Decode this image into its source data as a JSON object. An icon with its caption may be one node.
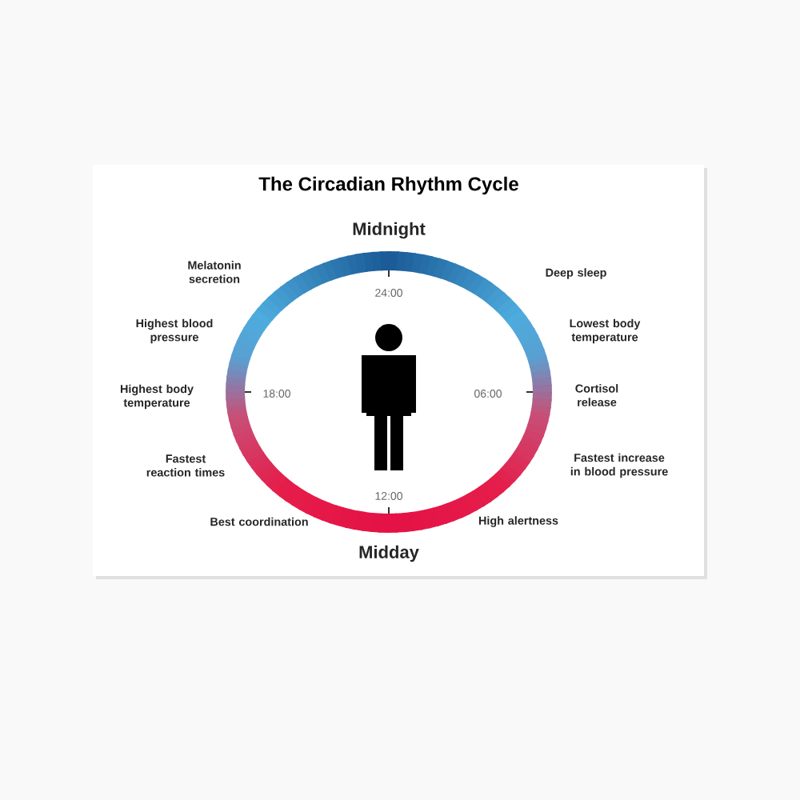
{
  "diagram": {
    "title": "The Circadian Rhythm Cycle",
    "nodes": [
      {
        "text": [],
        "shape": "person"
      }
    ],
    "labels": [
      "Midnight",
      "Melatonin secretion",
      "Deep sleep",
      "24:00",
      "Highest blood pressure",
      "Lowest body temperature",
      "Highest body temperature",
      "18:00",
      "06:00",
      "Cortisol release",
      "Fastest reaction times",
      "Fastest increase in blood pressure",
      "12:00",
      "Best coordination",
      "High alertness",
      "Midday"
    ]
  }
}
